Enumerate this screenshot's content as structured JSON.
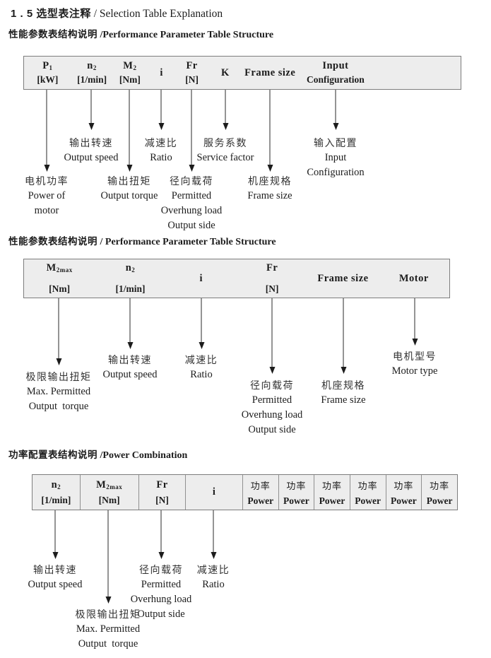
{
  "page_title": {
    "zh": "1 . 5 选型表注释",
    "en": "/ Selection Table Explanation"
  },
  "colors": {
    "table_bg": "#ededed",
    "table_border": "#7d7d7d",
    "ink": "#1c1c1c"
  },
  "sections": [
    {
      "heading": {
        "zh": "性能参数表结构说明",
        "en": "/Performance Parameter Table Structure"
      },
      "table_columns": [
        {
          "l1": "P",
          "sub": "1",
          "l2": "[kW]"
        },
        {
          "l1": "n",
          "sub": "2",
          "l2": "[1/min]"
        },
        {
          "l1": "M",
          "sub": "2",
          "l2": "[Nm]"
        },
        {
          "l1": "i"
        },
        {
          "l1": "Fr",
          "l2": "[N]"
        },
        {
          "l1": "K"
        },
        {
          "l1": "Frame size"
        },
        {
          "l1": "Input",
          "l2": "Configuration"
        }
      ],
      "callouts": [
        {
          "lines": [
            "电机功率",
            "Power of",
            "motor"
          ]
        },
        {
          "lines": [
            "输出转速",
            "Output speed"
          ]
        },
        {
          "lines": [
            "输出扭矩",
            "Output torque"
          ]
        },
        {
          "lines": [
            "减速比",
            "Ratio"
          ]
        },
        {
          "lines": [
            "径向载荷",
            "Permitted",
            "Overhung load",
            "Output side"
          ]
        },
        {
          "lines": [
            "服务系数",
            "Service factor"
          ]
        },
        {
          "lines": [
            "机座规格",
            "Frame size"
          ]
        },
        {
          "lines": [
            "输入配置",
            "Input",
            "Configuration"
          ]
        }
      ]
    },
    {
      "heading": {
        "zh": "性能参数表结构说明",
        "en": "/ Performance Parameter Table Structure"
      },
      "table_columns": [
        {
          "l1": "M",
          "sub": "2max",
          "l2": "[Nm]"
        },
        {
          "l1": "n",
          "sub": "2",
          "l2": "[1/min]"
        },
        {
          "l1": "i"
        },
        {
          "l1": "Fr",
          "l2": "[N]"
        },
        {
          "l1": "Frame size"
        },
        {
          "l1": "Motor"
        }
      ],
      "callouts": [
        {
          "lines": [
            "极限输出扭矩",
            "Max. Permitted",
            "Output  torque"
          ]
        },
        {
          "lines": [
            "输出转速",
            "Output speed"
          ]
        },
        {
          "lines": [
            "减速比",
            "Ratio"
          ]
        },
        {
          "lines": [
            "径向载荷",
            "Permitted",
            "Overhung load",
            "Output side"
          ]
        },
        {
          "lines": [
            "机座规格",
            "Frame size"
          ]
        },
        {
          "lines": [
            "电机型号",
            "Motor type"
          ]
        }
      ]
    },
    {
      "heading": {
        "zh": "功率配置表结构说明",
        "en": "/Power Combination"
      },
      "table_columns": [
        {
          "l1": "n",
          "sub": "2",
          "l2": "[1/min]"
        },
        {
          "l1": "M",
          "sub": "2max",
          "l2": "[Nm]"
        },
        {
          "l1": "Fr",
          "l2": "[N]"
        },
        {
          "l1": "i"
        },
        {
          "l1": "功率",
          "l2": "Power"
        },
        {
          "l1": "功率",
          "l2": "Power"
        },
        {
          "l1": "功率",
          "l2": "Power"
        },
        {
          "l1": "功率",
          "l2": "Power"
        },
        {
          "l1": "功率",
          "l2": "Power"
        },
        {
          "l1": "功率",
          "l2": "Power"
        }
      ],
      "callouts": [
        {
          "lines": [
            "输出转速",
            "Output speed"
          ]
        },
        {
          "lines": [
            "极限输出扭矩",
            "Max. Permitted",
            "Output  torque"
          ]
        },
        {
          "lines": [
            "径向载荷",
            "Permitted",
            "Overhung load",
            "Output side"
          ]
        },
        {
          "lines": [
            "减速比",
            "Ratio"
          ]
        }
      ]
    }
  ]
}
